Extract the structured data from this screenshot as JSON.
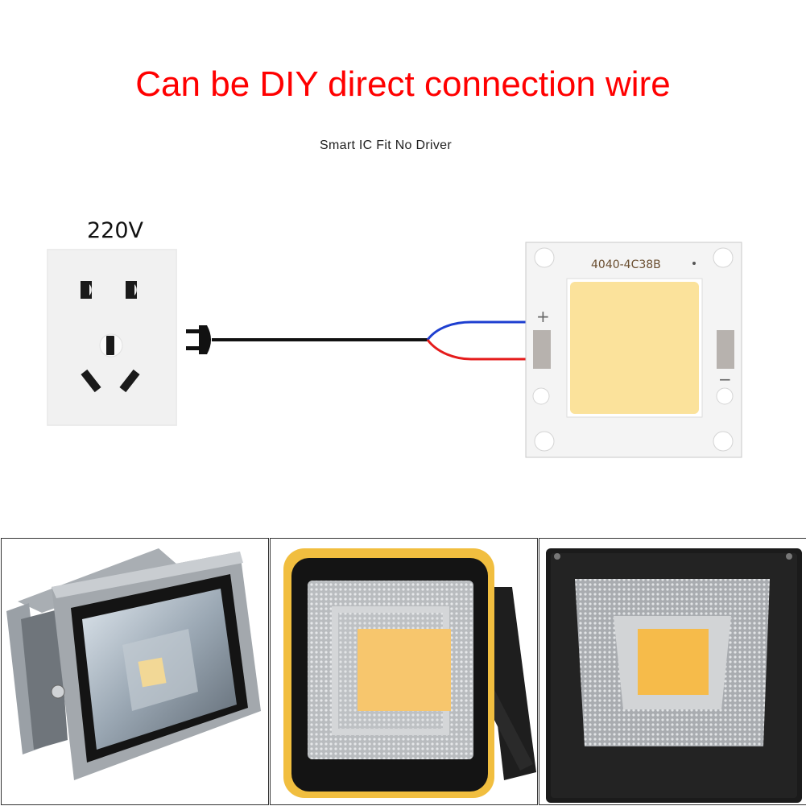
{
  "headline": {
    "text": "Can be DIY direct connection wire",
    "color": "#ff0000"
  },
  "subtitle": "Smart IC Fit No Driver",
  "socket": {
    "voltage_label": "220V"
  },
  "chip": {
    "model_label": "4040-4C38B",
    "plus_label": "+",
    "minus_label": "−",
    "led_color": "#fbe29b",
    "wire_colors": {
      "positive": "#1e3fd0",
      "negative": "#e51c1c"
    }
  },
  "products": [
    {
      "name": "gray-floodlight"
    },
    {
      "name": "yellow-floodlight"
    },
    {
      "name": "black-floodlight"
    }
  ]
}
